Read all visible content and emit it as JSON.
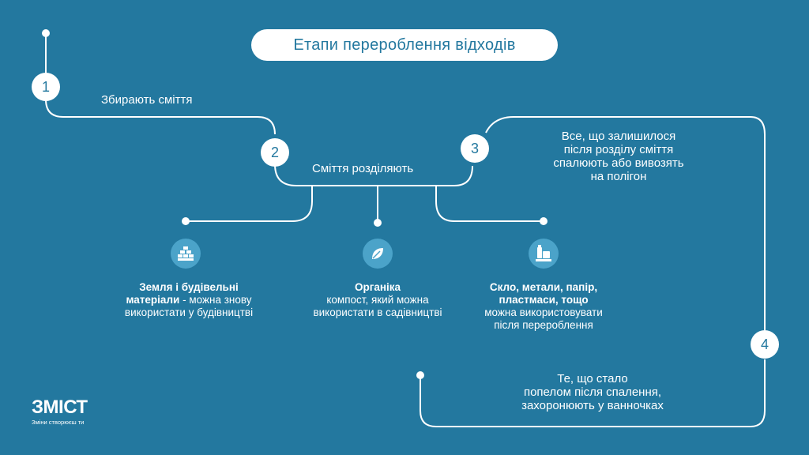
{
  "title": "Етапи перероблення відходів",
  "steps": [
    {
      "number": "1",
      "text": "Збирають сміття"
    },
    {
      "number": "2",
      "text": "Сміття розділяють"
    },
    {
      "number": "3",
      "lines": [
        "Все, що залишилося",
        "після розділу сміття",
        "спалюють або вивозять",
        "на полігон"
      ]
    },
    {
      "number": "4",
      "lines": [
        "Те, що стало",
        "попелом після спалення,",
        "захоронюють у ванночках"
      ]
    }
  ],
  "categories": [
    {
      "icon": "bricks-icon",
      "bold_lines": [
        "Земля і будівельні",
        "матеріали"
      ],
      "rest_inline": " - можна знову",
      "normal_lines": [
        "використати у будівництві"
      ]
    },
    {
      "icon": "leaf-icon",
      "bold_lines": [
        "Органіка"
      ],
      "normal_lines": [
        "компост, який можна",
        "використати в садівництві"
      ]
    },
    {
      "icon": "recycle-bin-icon",
      "bold_lines": [
        "Скло, метали, папір,",
        "пластмаси, тощо"
      ],
      "normal_lines": [
        "можна використовувати",
        "після перероблення"
      ]
    }
  ],
  "logo": {
    "mark": "ЗМІСТ",
    "tagline": "Зміни створюєш ти"
  },
  "colors": {
    "background": "#23789f",
    "accent": "#ffffff",
    "icon_circle": "#4ba3c9"
  }
}
